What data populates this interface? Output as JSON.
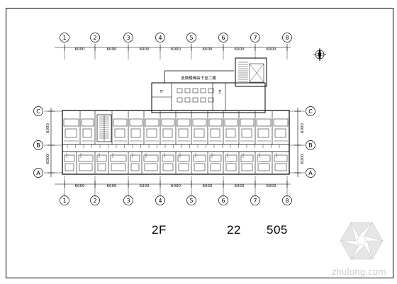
{
  "plan": {
    "axes_top": [
      "1",
      "2",
      "3",
      "4",
      "5",
      "6",
      "7",
      "8"
    ],
    "axes_bottom": [
      "1",
      "2",
      "3",
      "4",
      "5",
      "6",
      "7",
      "8"
    ],
    "axes_left": [
      "C",
      "B",
      "A"
    ],
    "axes_right": [
      "C",
      "B",
      "A"
    ],
    "dims_top": [
      "6000",
      "6000",
      "6000",
      "6000",
      "6000",
      "6000",
      "6000"
    ],
    "dims_bottom": [
      "6000",
      "6000",
      "6000",
      "6000",
      "6000",
      "6000",
      "6000"
    ],
    "dims_left": [
      "6000",
      "6000"
    ],
    "dims_right": [
      "6000",
      "6000"
    ],
    "note": "此侧楼梯由下至二楼"
  },
  "caption": {
    "floor": "2F",
    "left_number": "22",
    "right_number": "505"
  },
  "watermark": {
    "text": "zhulong.com"
  },
  "colors": {
    "line": "#000000",
    "watermark": "#c9c9c9",
    "background": "#ffffff"
  }
}
